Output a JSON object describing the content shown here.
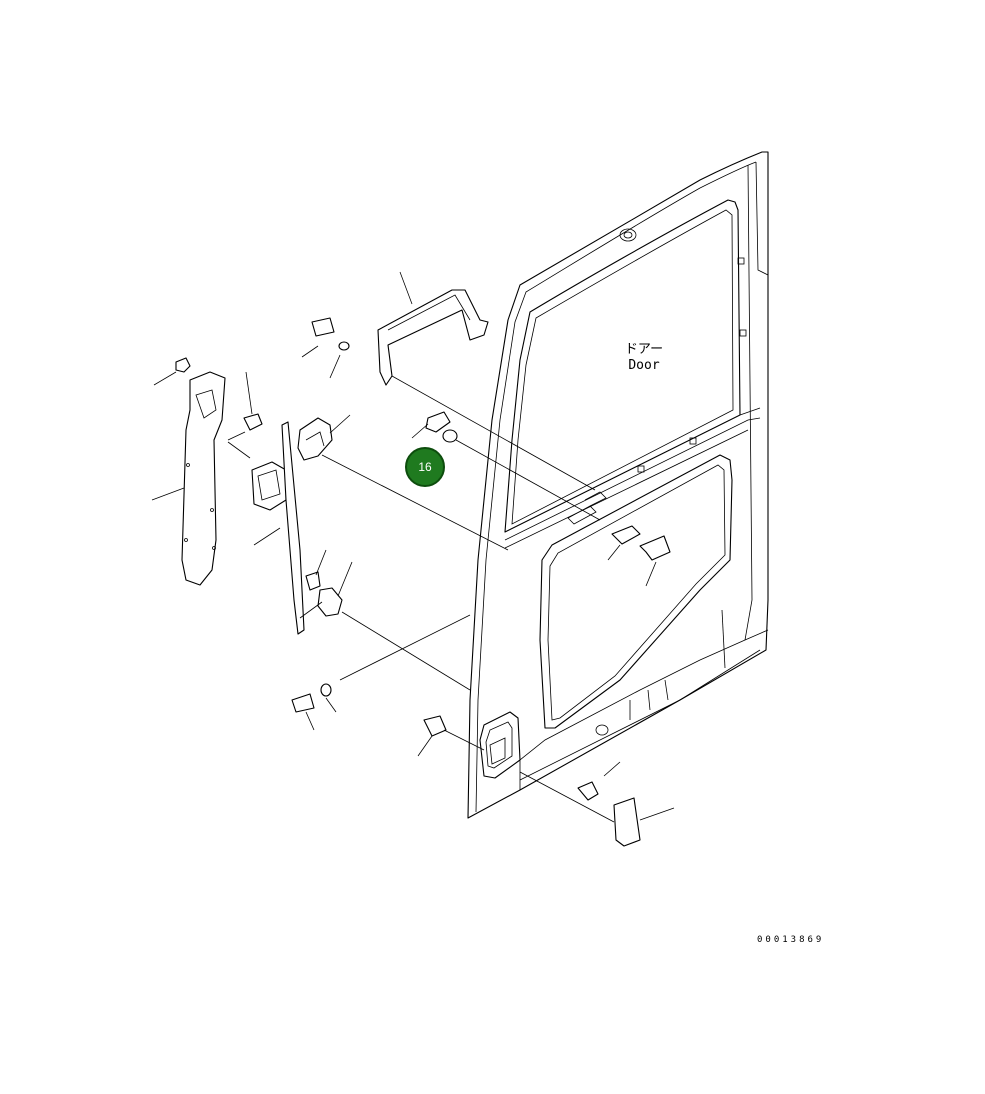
{
  "door_label": {
    "japanese": "ドアー",
    "english": "Door"
  },
  "callout": {
    "number": "16",
    "color": "#1f7a1f"
  },
  "drawing_number": "00013869"
}
